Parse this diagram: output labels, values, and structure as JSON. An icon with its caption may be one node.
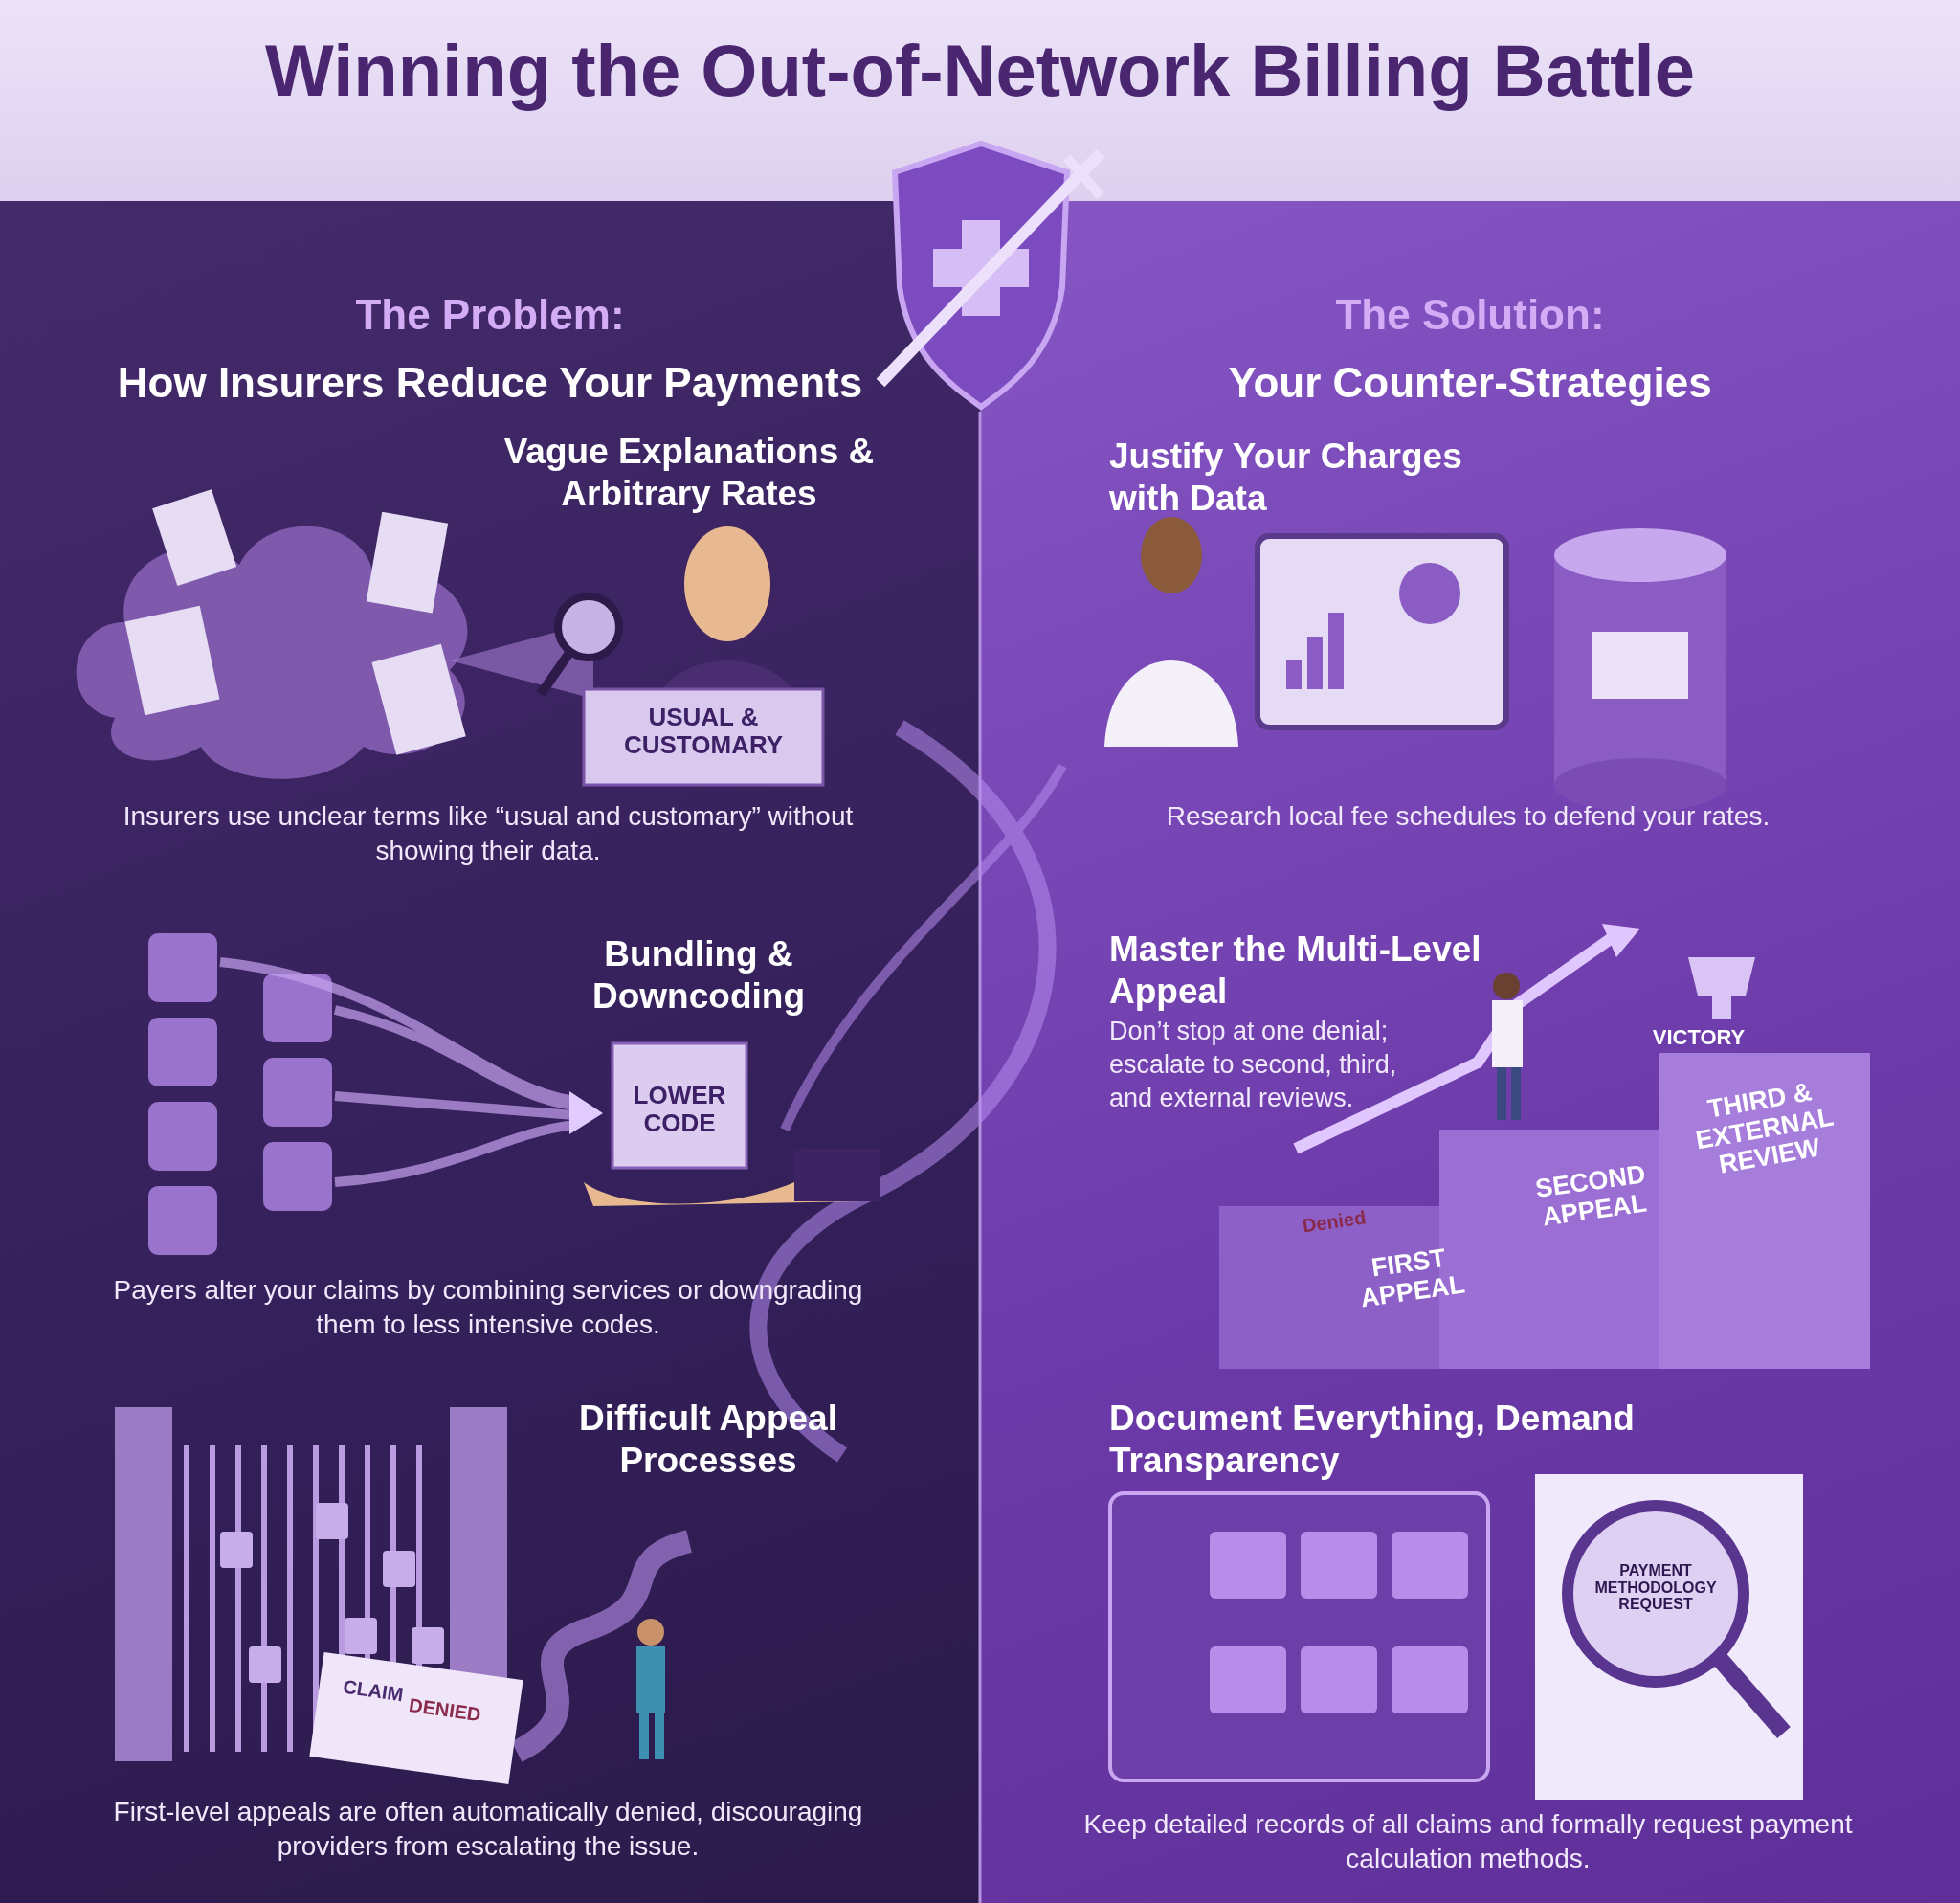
{
  "diagram": {
    "title": "Winning the Out-of-Network Billing Battle",
    "nodes": [
      {
        "text": [
          "The Problem:",
          "How Insurers Reduce Your Payments"
        ]
      },
      {
        "text": [
          "Vague Explanations & Arbitrary Rates",
          "Insurers use unclear terms like “usual and customary” without showing their data."
        ],
        "in": 0
      },
      {
        "text": [
          "Bundling & Downcoding",
          "Payers alter your claims by combining services or downgrading them to less intensive codes."
        ],
        "in": 0
      },
      {
        "text": [
          "Difficult Appeal Processes",
          "First-level appeals are often automatically denied, discouraging providers from escalating the issue."
        ],
        "in": 0
      },
      {
        "text": [
          "The Solution:",
          "Your Counter-Strategies"
        ]
      },
      {
        "text": [
          "Justify Your Charges with Data",
          "Research local fee schedules to defend your rates."
        ],
        "in": 4
      },
      {
        "text": [
          "Master the Multi-Level Appeal",
          "Don’t stop at one denial; escalate to second, third, and external reviews."
        ],
        "in": 4
      },
      {
        "text": [
          "Document Everything, Demand Transparency",
          "Keep detailed records of all claims and formally request payment calculation methods."
        ],
        "in": 4
      }
    ],
    "labels": [
      "USUAL & CUSTOMARY",
      "LOWER CODE",
      "CLAIM",
      "DENIED",
      "VICTORY",
      "THIRD & EXTERNAL REVIEW",
      "Denied",
      "SECOND APPEAL",
      "FIRST APPEAL",
      "PAYMENT METHODOLOGY REQUEST"
    ]
  }
}
